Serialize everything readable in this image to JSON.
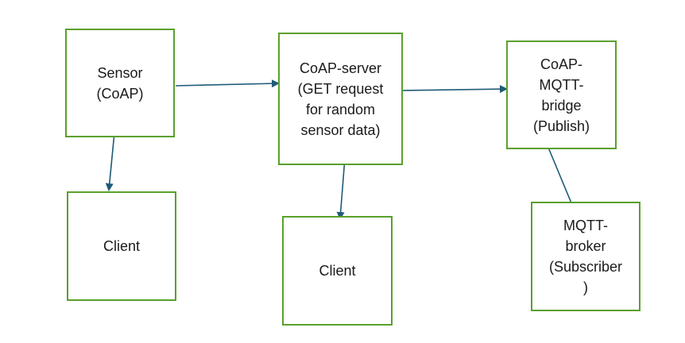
{
  "diagram": {
    "colors": {
      "box_border": "#5aa02c",
      "arrow": "#1f5a78",
      "text": "#1a1a1a"
    },
    "nodes": {
      "sensor": "Sensor\n(CoAP)",
      "coap_server": "CoAP-server\n(GET request\nfor random\nsensor data)",
      "bridge": "CoAP-\nMQTT-\nbridge\n(Publish)",
      "client_left": "Client",
      "client_middle": "Client",
      "broker": "MQTT-\nbroker\n(Subscriber\n)"
    },
    "edges": [
      {
        "from": "sensor",
        "to": "coap_server"
      },
      {
        "from": "coap_server",
        "to": "bridge"
      },
      {
        "from": "sensor",
        "to": "client_left"
      },
      {
        "from": "coap_server",
        "to": "client_middle"
      },
      {
        "from": "bridge",
        "to": "broker"
      }
    ]
  }
}
